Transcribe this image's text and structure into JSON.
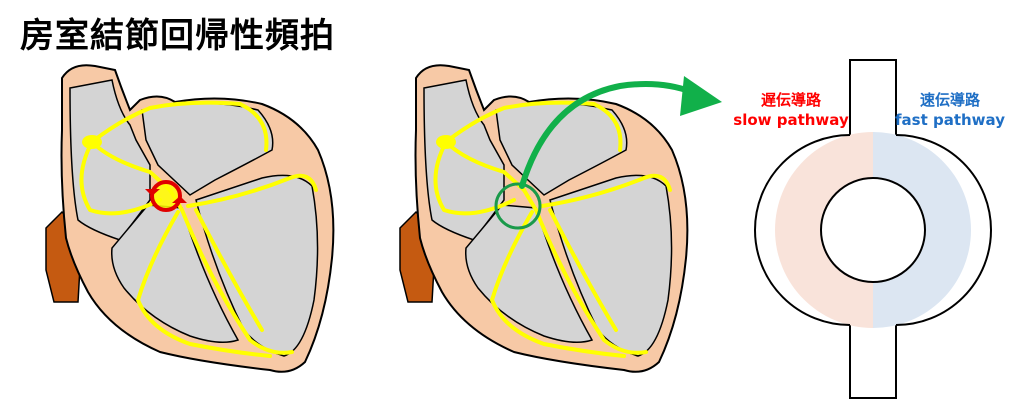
{
  "title": "房室結節回帰性頻拍",
  "slow_pathway": {
    "label_jp": "遅伝導路",
    "label_en": "slow pathway",
    "color": "#ff0000",
    "fill": "#f9e3da"
  },
  "fast_pathway": {
    "label_jp": "速伝導路",
    "label_en": "fast pathway",
    "color": "#1f6fc5",
    "fill": "#dce6f2"
  },
  "colors": {
    "heart_tissue": "#f7c9a6",
    "chamber": "#d4d4d4",
    "conduction": "#ffff00",
    "aorta": "#c55a11",
    "reentry_circle": "#e00000",
    "zoom_circle": "#1a9a4a",
    "zoom_arrow": "#11b04a"
  },
  "icons": {
    "reentry": "circular-arrow-icon",
    "zoom": "arrow-right-icon"
  }
}
